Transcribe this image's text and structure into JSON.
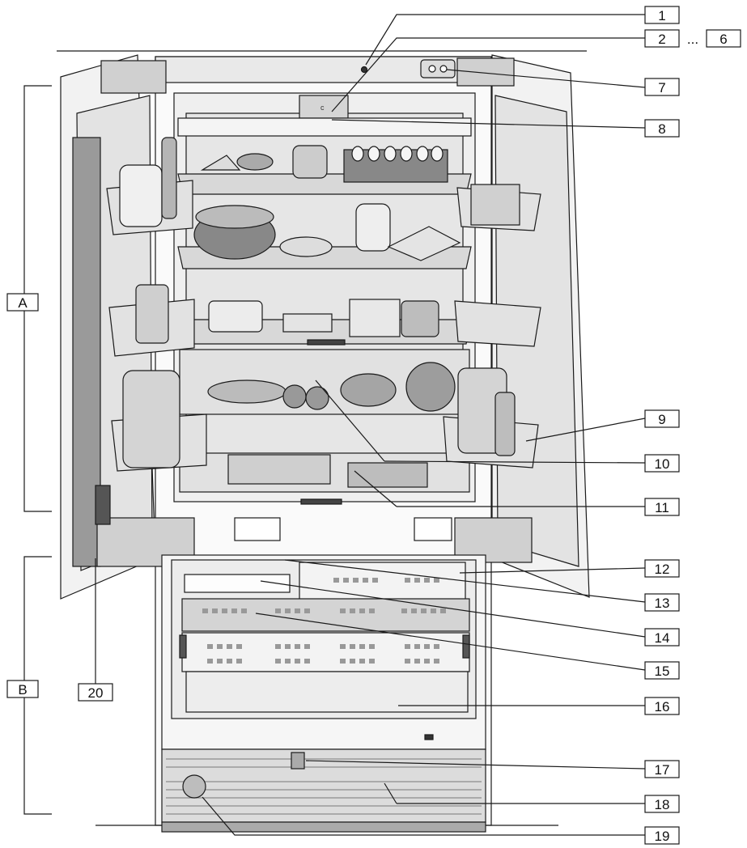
{
  "labels": {
    "n1": "1",
    "n2": "2",
    "ellipsis": "...",
    "n6": "6",
    "n7": "7",
    "n8": "8",
    "n9": "9",
    "n10": "10",
    "n11": "11",
    "n12": "12",
    "n13": "13",
    "n14": "14",
    "n15": "15",
    "n16": "16",
    "n17": "17",
    "n18": "18",
    "n19": "19",
    "n20": "20",
    "A": "A",
    "B": "B"
  },
  "colors": {
    "line": "#1a1a1a",
    "shelf": "#d8d8d8",
    "interior": "#efefef",
    "shadow": "#9a9a9a"
  }
}
